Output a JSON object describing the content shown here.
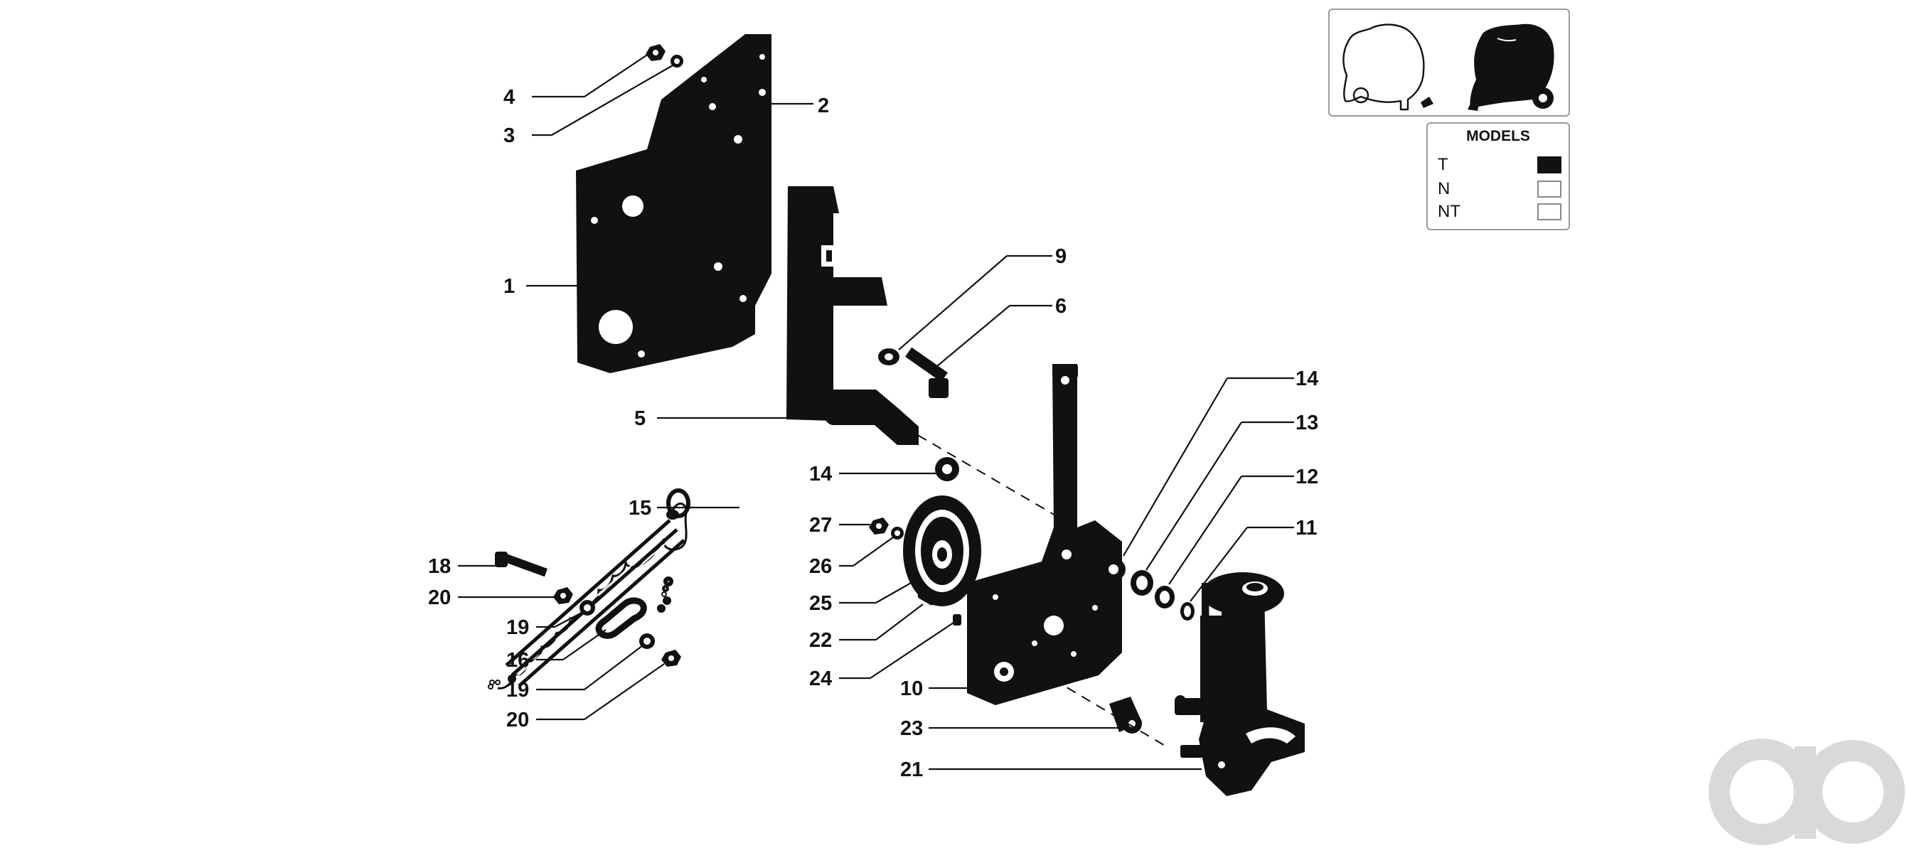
{
  "callouts": {
    "c1": "1",
    "c2": "2",
    "c3": "3",
    "c4": "4",
    "c5": "5",
    "c6": "6",
    "c9": "9",
    "c10": "10",
    "c11": "11",
    "c12": "12",
    "c13": "13",
    "c14a": "14",
    "c14b": "14",
    "c15": "15",
    "c16": "16",
    "c18": "18",
    "c19a": "19",
    "c19b": "19",
    "c20a": "20",
    "c20b": "20",
    "c21": "21",
    "c22": "22",
    "c23": "23",
    "c24": "24",
    "c25": "25",
    "c26": "26",
    "c27": "27"
  },
  "models": {
    "title": "MODELS",
    "rows": [
      {
        "label": "T",
        "selected": true
      },
      {
        "label": "N",
        "selected": false
      },
      {
        "label": "NT",
        "selected": false
      }
    ]
  },
  "colors": {
    "ink": "#111111",
    "box_border": "#9a9a9a",
    "watermark": "#d9d9d9"
  },
  "icons": {
    "thumbnail_left": "baler-outline-icon",
    "thumbnail_right": "baler-filled-icon",
    "watermark": "brand-logo-watermark"
  }
}
